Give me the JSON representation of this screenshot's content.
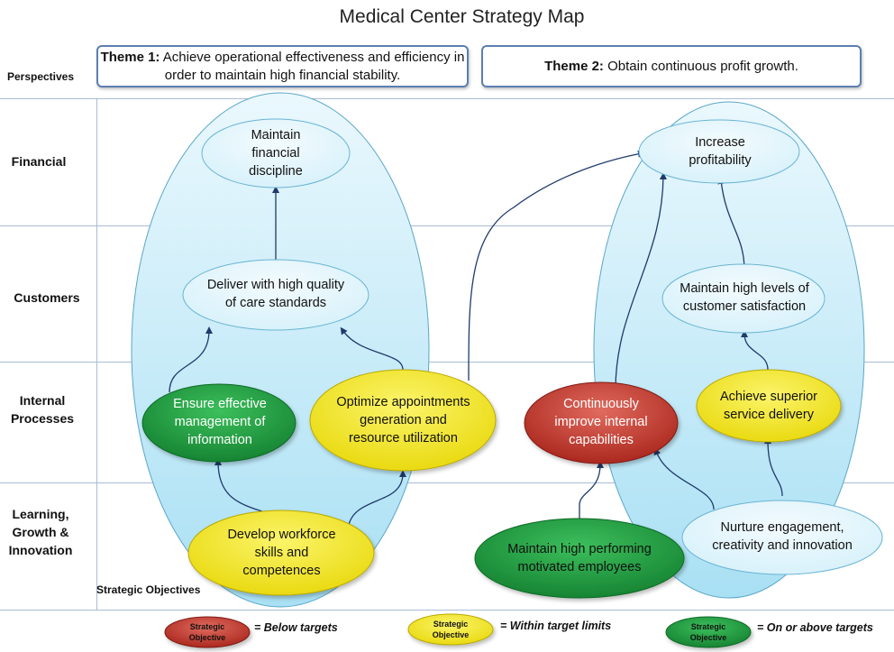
{
  "title": "Medical Center Strategy Map",
  "themes": [
    {
      "label": "Theme 1:",
      "text": "Achieve operational effectiveness and efficiency in order to maintain high financial stability."
    },
    {
      "label": "Theme 2:",
      "text": "Obtain continuous profit growth."
    }
  ],
  "perspectives": {
    "header": "Perspectives",
    "financial": "Financial",
    "customers": "Customers",
    "internal": "Internal Processes",
    "learning": "Learning, Growth & Innovation"
  },
  "objectives": {
    "maintain_financial": {
      "text": "Maintain financial discipline",
      "status": "neutral"
    },
    "deliver_quality": {
      "text": "Deliver with high quality of care standards",
      "status": "neutral"
    },
    "ensure_info": {
      "text": "Ensure effective management of information",
      "status": "green"
    },
    "optimize_appointments": {
      "text": "Optimize appointments generation and resource utilization",
      "status": "yellow"
    },
    "develop_workforce": {
      "text": "Develop workforce skills and competences",
      "status": "yellow"
    },
    "increase_profit": {
      "text": "Increase profitability",
      "status": "neutral"
    },
    "customer_satisfaction": {
      "text": "Maintain high levels of customer satisfaction",
      "status": "neutral"
    },
    "continuously_improve": {
      "text": "Continuously improve internal capabilities",
      "status": "red"
    },
    "superior_service": {
      "text": "Achieve superior service delivery",
      "status": "yellow"
    },
    "high_performing": {
      "text": "Maintain high performing motivated employees",
      "status": "green"
    },
    "nurture_engagement": {
      "text": "Nurture engagement, creativity and innovation",
      "status": "neutral"
    }
  },
  "strategic_objectives_label": "Strategic Objectives",
  "legend": [
    {
      "oval": "Strategic Objective",
      "text": "= Below targets",
      "color": "#c0392b"
    },
    {
      "oval": "Strategic Objective",
      "text": "= Within target limits",
      "color": "#f5ea1a"
    },
    {
      "oval": "Strategic Objective",
      "text": "= On or above targets",
      "color": "#1e9e3e"
    }
  ],
  "colors": {
    "red": "#c0392b",
    "yellow": "#f5ea1a",
    "green": "#1e9e3e",
    "neutral": "#e6f7fc",
    "big_oval": "#b6e6f6"
  }
}
